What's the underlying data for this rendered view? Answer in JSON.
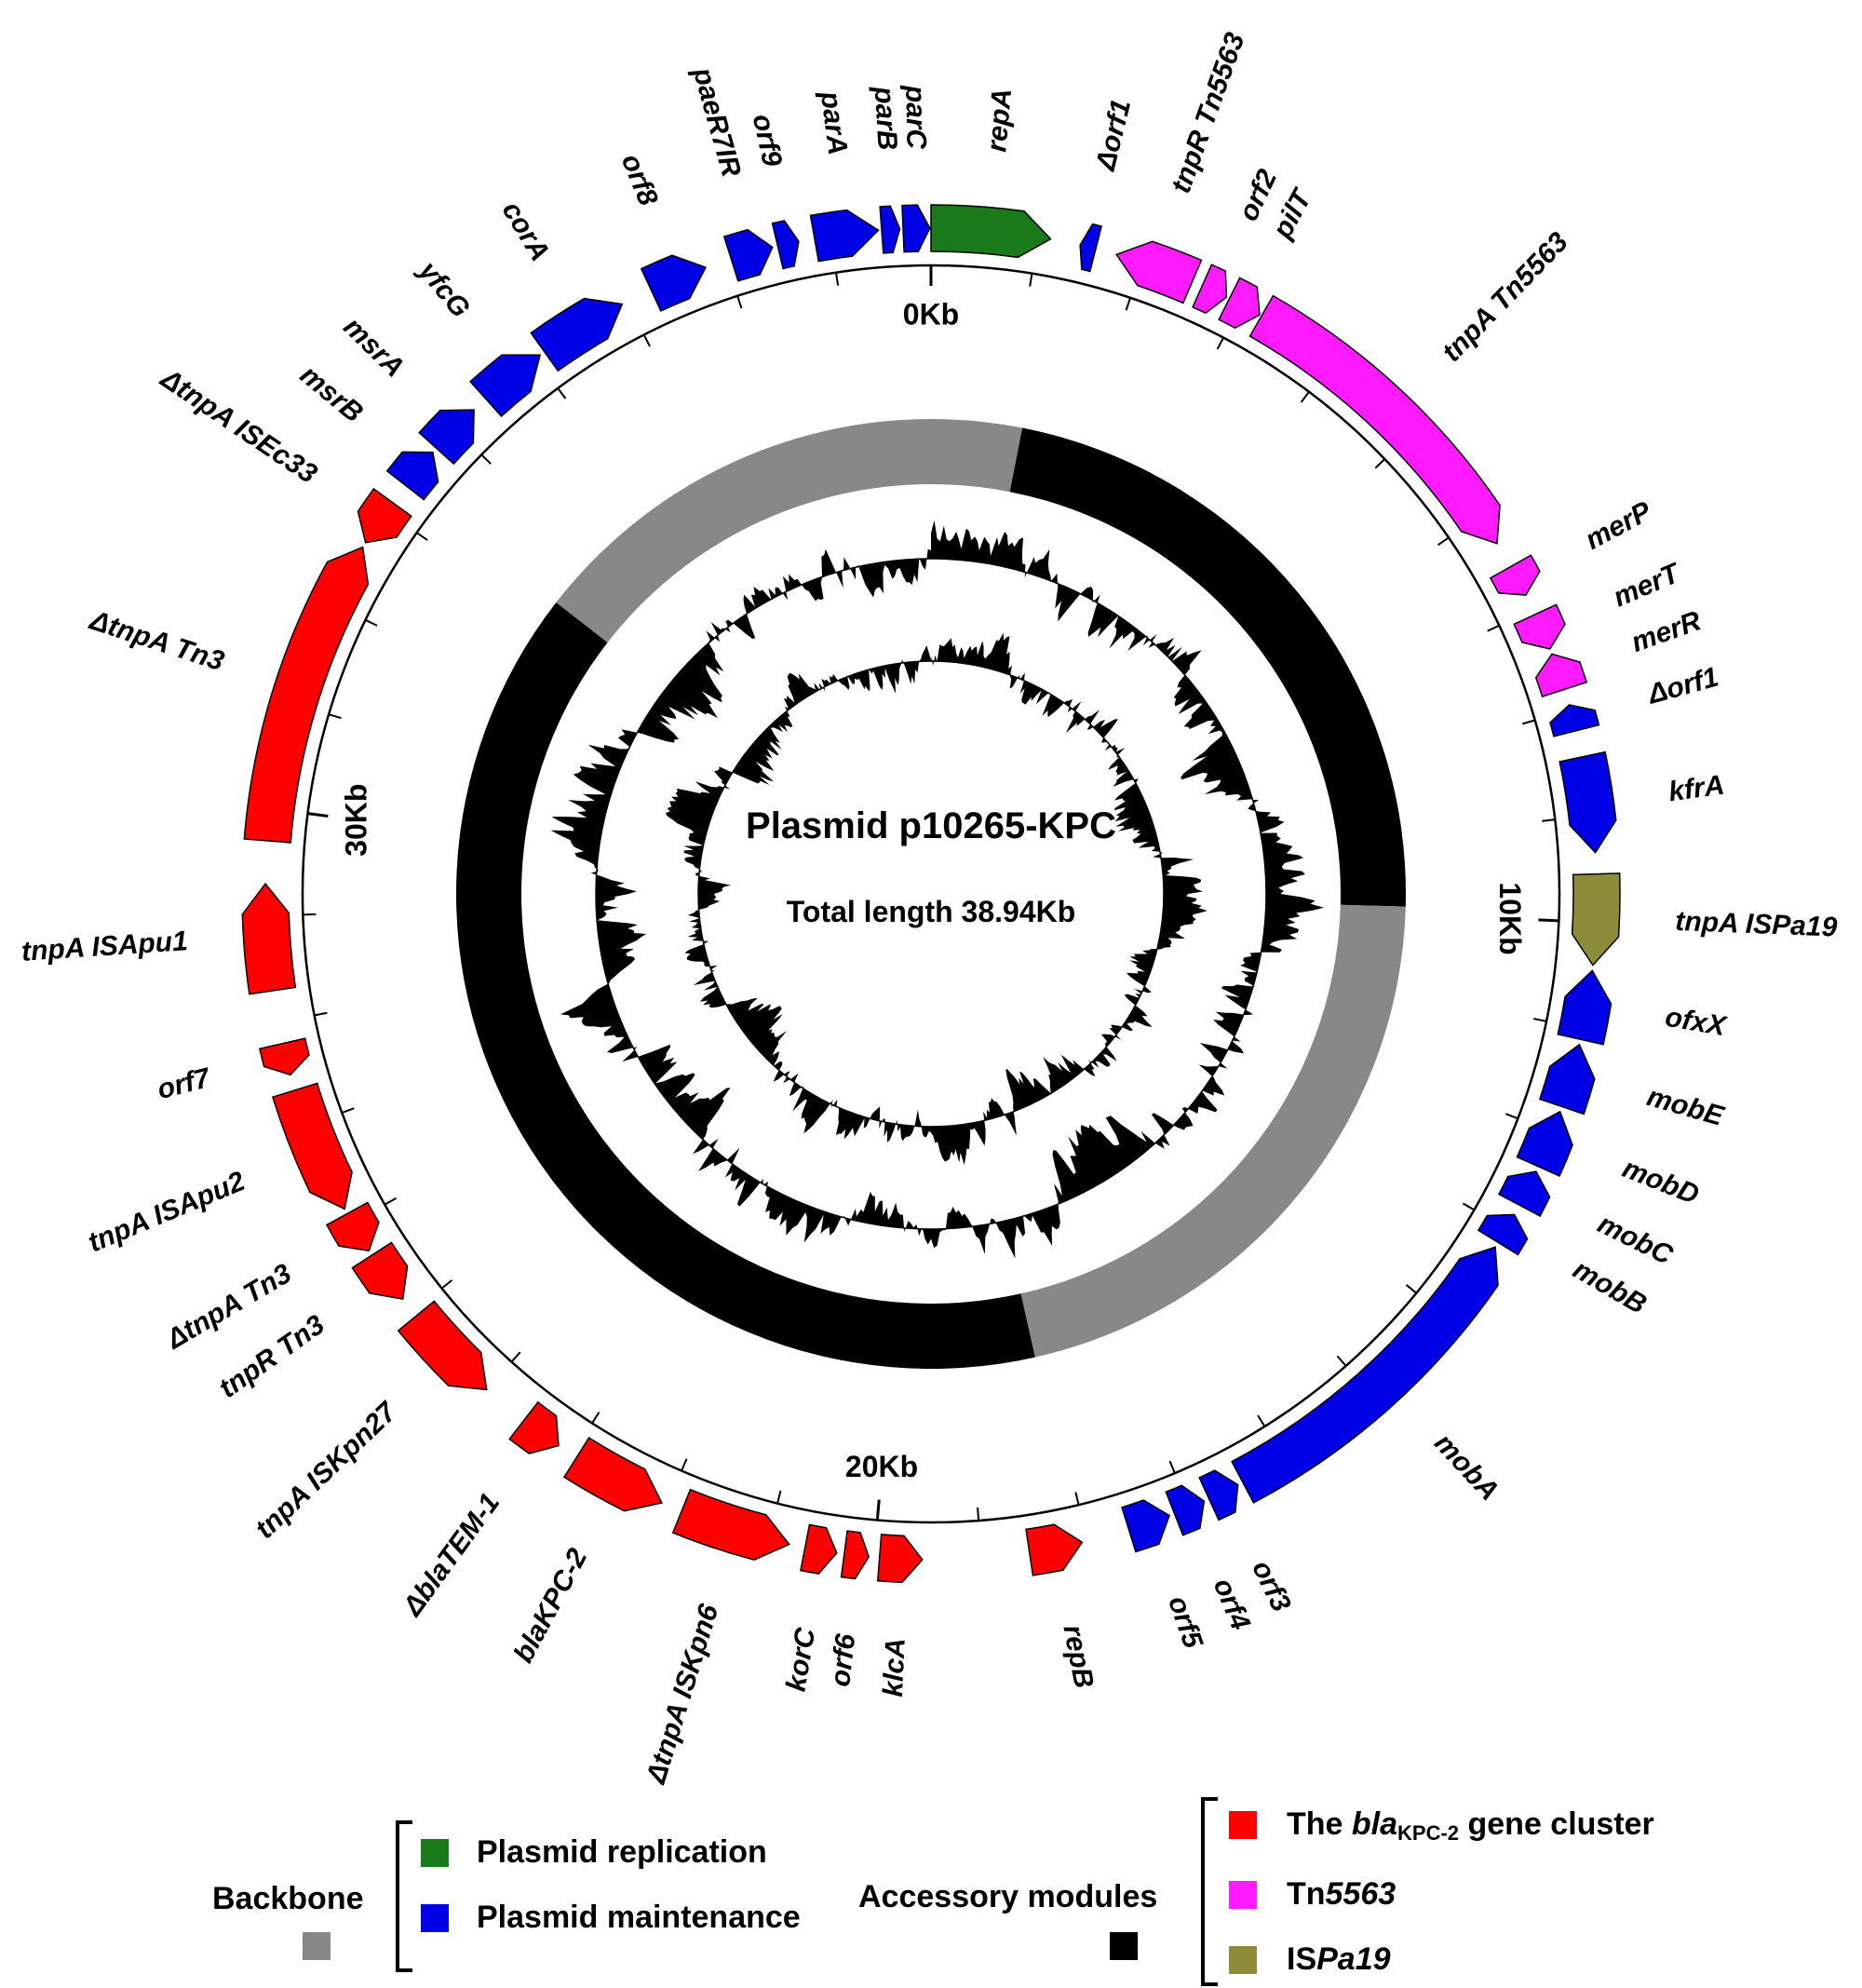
{
  "plasmid": {
    "name": "Plasmid p10265-KPC",
    "total_length": "Total length 38.94Kb",
    "length_kb": 38.94
  },
  "scale_labels": [
    {
      "text": "0Kb",
      "kb": 0
    },
    {
      "text": "10Kb",
      "kb": 10
    },
    {
      "text": "20Kb",
      "kb": 20
    },
    {
      "text": "30Kb",
      "kb": 30
    }
  ],
  "colors": {
    "replication": "#1a7a1a",
    "maintenance": "#0000e6",
    "kpc_cluster": "#ff0000",
    "tn5563": "#ff1aff",
    "ispa19": "#8c8c3a",
    "backbone": "#888888",
    "accessory": "#000000"
  },
  "genes": [
    {
      "name": "repA",
      "start": 0.0,
      "end": 1.12,
      "strand": 1,
      "cat": "replication"
    },
    {
      "name": "Δorf1",
      "start": 1.4,
      "end": 1.55,
      "strand": -1,
      "cat": "maintenance"
    },
    {
      "name": "tnpR Tn5563",
      "start": 1.75,
      "end": 2.5,
      "strand": -1,
      "cat": "tn5563"
    },
    {
      "name": "orf2",
      "start": 2.6,
      "end": 2.85,
      "strand": 1,
      "cat": "tn5563"
    },
    {
      "name": "pilT",
      "start": 2.88,
      "end": 3.2,
      "strand": 1,
      "cat": "tn5563"
    },
    {
      "name": "tnpA Tn5563",
      "start": 3.22,
      "end": 6.3,
      "strand": 1,
      "cat": "tn5563"
    },
    {
      "name": "merP",
      "start": 6.55,
      "end": 6.85,
      "strand": 1,
      "cat": "tn5563"
    },
    {
      "name": "merT",
      "start": 7.05,
      "end": 7.4,
      "strand": 1,
      "cat": "tn5563"
    },
    {
      "name": "merR",
      "start": 7.45,
      "end": 7.8,
      "strand": -1,
      "cat": "tn5563"
    },
    {
      "name": "Δorf1",
      "start": 7.95,
      "end": 8.2,
      "strand": -1,
      "cat": "maintenance"
    },
    {
      "name": "kfrA",
      "start": 8.45,
      "end": 9.35,
      "strand": 1,
      "cat": "maintenance"
    },
    {
      "name": "tnpA ISPa19",
      "start": 9.55,
      "end": 10.4,
      "strand": 1,
      "cat": "ispa19"
    },
    {
      "name": "ofxX",
      "start": 10.45,
      "end": 11.1,
      "strand": -1,
      "cat": "maintenance"
    },
    {
      "name": "mobE",
      "start": 11.15,
      "end": 11.75,
      "strand": -1,
      "cat": "maintenance"
    },
    {
      "name": "mobD",
      "start": 11.8,
      "end": 12.35,
      "strand": -1,
      "cat": "maintenance"
    },
    {
      "name": "mobC",
      "start": 12.4,
      "end": 12.75,
      "strand": -1,
      "cat": "maintenance"
    },
    {
      "name": "mobB",
      "start": 12.85,
      "end": 13.15,
      "strand": -1,
      "cat": "maintenance"
    },
    {
      "name": "mobA",
      "start": 13.2,
      "end": 16.45,
      "strand": -1,
      "cat": "maintenance"
    },
    {
      "name": "orf3",
      "start": 16.5,
      "end": 16.8,
      "strand": -1,
      "cat": "maintenance"
    },
    {
      "name": "orf4",
      "start": 16.85,
      "end": 17.15,
      "strand": -1,
      "cat": "maintenance"
    },
    {
      "name": "orf5",
      "start": 17.2,
      "end": 17.6,
      "strand": -1,
      "cat": "maintenance"
    },
    {
      "name": "repB",
      "start": 18.05,
      "end": 18.55,
      "strand": -1,
      "cat": "kpc_cluster"
    },
    {
      "name": "klcA",
      "start": 19.55,
      "end": 19.95,
      "strand": -1,
      "cat": "kpc_cluster"
    },
    {
      "name": "orf6",
      "start": 20.05,
      "end": 20.28,
      "strand": -1,
      "cat": "kpc_cluster"
    },
    {
      "name": "korC",
      "start": 20.35,
      "end": 20.65,
      "strand": -1,
      "cat": "kpc_cluster"
    },
    {
      "name": "ΔtnpA ISKpn6",
      "start": 20.8,
      "end": 21.85,
      "strand": -1,
      "cat": "kpc_cluster"
    },
    {
      "name": "blaKPC-2",
      "start": 22.05,
      "end": 22.95,
      "strand": -1,
      "cat": "kpc_cluster"
    },
    {
      "name": "ΔblaTEM-1",
      "start": 23.15,
      "end": 23.55,
      "strand": -1,
      "cat": "kpc_cluster"
    },
    {
      "name": "tnpA ISKpn27",
      "start": 24.0,
      "end": 24.95,
      "strand": -1,
      "cat": "kpc_cluster"
    },
    {
      "name": "tnpR Tn3",
      "start": 25.15,
      "end": 25.65,
      "strand": -1,
      "cat": "kpc_cluster"
    },
    {
      "name": "ΔtnpA Tn3",
      "start": 25.7,
      "end": 26.1,
      "strand": -1,
      "cat": "kpc_cluster"
    },
    {
      "name": "tnpA ISApu2",
      "start": 26.15,
      "end": 27.35,
      "strand": -1,
      "cat": "kpc_cluster"
    },
    {
      "name": "orf7",
      "start": 27.5,
      "end": 27.8,
      "strand": -1,
      "cat": "kpc_cluster"
    },
    {
      "name": "tnpA ISApu1",
      "start": 28.3,
      "end": 29.3,
      "strand": 1,
      "cat": "kpc_cluster"
    },
    {
      "name": "ΔtnpA Tn3",
      "start": 29.7,
      "end": 32.6,
      "strand": 1,
      "cat": "kpc_cluster"
    },
    {
      "name": "ΔtnpA ISEc33",
      "start": 32.65,
      "end": 33.1,
      "strand": -1,
      "cat": "kpc_cluster"
    },
    {
      "name": "msrB",
      "start": 33.3,
      "end": 33.7,
      "strand": 1,
      "cat": "maintenance"
    },
    {
      "name": "msrA",
      "start": 33.75,
      "end": 34.25,
      "strand": 1,
      "cat": "maintenance"
    },
    {
      "name": "yfcG",
      "start": 34.4,
      "end": 35.05,
      "strand": 1,
      "cat": "maintenance"
    },
    {
      "name": "corA",
      "start": 35.1,
      "end": 35.95,
      "strand": 1,
      "cat": "maintenance"
    },
    {
      "name": "orf8",
      "start": 36.25,
      "end": 36.8,
      "strand": 1,
      "cat": "maintenance"
    },
    {
      "name": "paeR7IR",
      "start": 37.05,
      "end": 37.45,
      "strand": 1,
      "cat": "maintenance"
    },
    {
      "name": "orf9",
      "start": 37.5,
      "end": 37.7,
      "strand": 1,
      "cat": "maintenance"
    },
    {
      "name": "parA",
      "start": 37.85,
      "end": 38.45,
      "strand": 1,
      "cat": "maintenance"
    },
    {
      "name": "parB",
      "start": 38.48,
      "end": 38.65,
      "strand": 1,
      "cat": "maintenance"
    },
    {
      "name": "parC",
      "start": 38.68,
      "end": 38.93,
      "strand": 1,
      "cat": "maintenance"
    }
  ],
  "modules": [
    {
      "start": 0.0,
      "end": 1.2,
      "type": "backbone"
    },
    {
      "start": 1.2,
      "end": 9.9,
      "type": "accessory"
    },
    {
      "start": 9.9,
      "end": 18.1,
      "type": "backbone"
    },
    {
      "start": 18.1,
      "end": 33.3,
      "type": "accessory"
    },
    {
      "start": 33.3,
      "end": 38.94,
      "type": "backbone"
    }
  ],
  "legend": {
    "backbone_label": "Backbone",
    "accessory_label": "Accessory modules",
    "items": [
      {
        "text": "Plasmid replication",
        "color": "#1a7a1a"
      },
      {
        "text": "Plasmid maintenance",
        "color": "#0000e6"
      },
      {
        "text_pre": "The ",
        "text_italic": "bla",
        "text_sub": "KPC-2",
        "text_post": " gene cluster",
        "color": "#ff0000"
      },
      {
        "text_pre": "Tn",
        "text_italic": "5563",
        "color": "#ff1aff"
      },
      {
        "text_pre": "IS",
        "text_italic": "Pa19",
        "color": "#8c8c3a"
      }
    ]
  }
}
